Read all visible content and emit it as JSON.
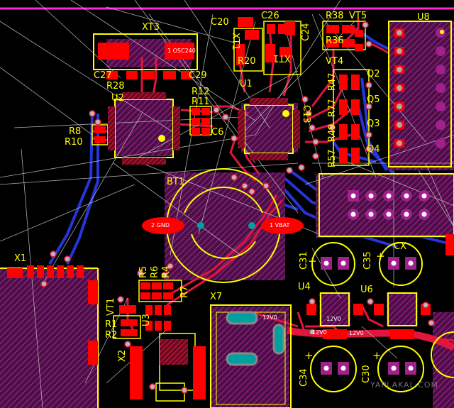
{
  "colors": {
    "background": "#000000",
    "silkscreen": "#ffff00",
    "pad": "#ff0000",
    "top_copper": "#e0163c",
    "bottom_copper": "#2535d8",
    "component_body": "#a0208c",
    "ratsnest": "#d0d0d0",
    "via": "#c0c0c0",
    "highlight": "#00a0a0"
  },
  "designators": {
    "xt3": "XT3",
    "c20": "C20",
    "c26": "C26",
    "xt1": "XT1",
    "c24": "C24",
    "r38": "R38",
    "vt5": "VT5",
    "u8": "U8",
    "r36": "R36",
    "vt4": "VT4",
    "c27": "C27",
    "r28": "R28",
    "c29": "C29",
    "r20": "R20",
    "u1": "U1",
    "q2": "Q2",
    "r47": "R47",
    "u2": "U2",
    "r12": "R12",
    "r11": "R11",
    "r77": "R77",
    "q5": "Q5",
    "r8": "R8",
    "r10": "R10",
    "c6": "C6",
    "r49": "R49",
    "q3": "Q3",
    "r57": "R57",
    "q4": "Q4",
    "bt1": "BT1",
    "c31": "C31",
    "c35": "C35",
    "x1": "X1",
    "r5": "R5",
    "r6": "R6",
    "r4": "R4",
    "r7": "R7",
    "u4": "U4",
    "u6": "U6",
    "vt1": "VT1",
    "u3": "U3",
    "x7": "X7",
    "r1": "R1",
    "r2": "R2",
    "x2": "X2",
    "c34": "C34",
    "c30": "C30",
    "c13": "C13",
    "xt1b": "XT1",
    "cx": "CX"
  },
  "pads_text": {
    "osc": "1 OSC240",
    "bt_gnd": "2  GND",
    "bt_vbat": "1  VBAT",
    "net_12v0_a": "12V0",
    "net_12v0_b": "12V0",
    "net_12v0_c": "12V0",
    "net_12v0_d": "12V0"
  },
  "polarity": {
    "plus_1": "+",
    "plus_2": "+",
    "plus_3": "+",
    "plus_4": "+"
  },
  "watermark": "YAPLAKAL.COM"
}
